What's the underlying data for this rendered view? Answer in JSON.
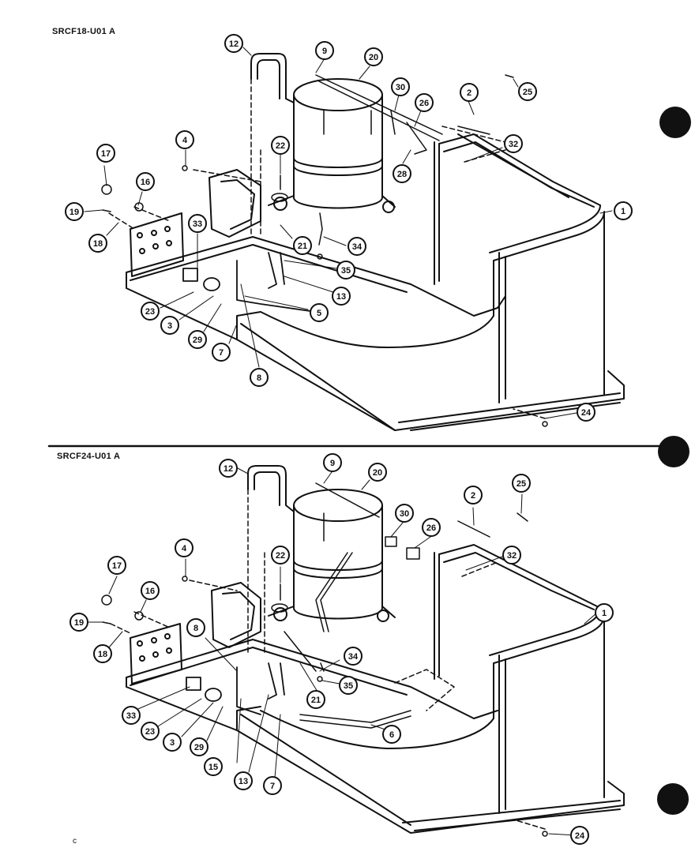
{
  "diagram_top": {
    "model_label": "SRCF18-U01 A"
  },
  "diagram_bottom": {
    "model_label": "SRCF24-U01 A"
  },
  "top_callouts": [
    "12",
    "9",
    "20",
    "30",
    "26",
    "2",
    "25",
    "17",
    "4",
    "22",
    "16",
    "19",
    "18",
    "33",
    "28",
    "32",
    "1",
    "21",
    "34",
    "35",
    "13",
    "23",
    "3",
    "29",
    "7",
    "5",
    "8",
    "24"
  ],
  "bottom_callouts": [
    "12",
    "9",
    "20",
    "25",
    "2",
    "4",
    "22",
    "30",
    "26",
    "32",
    "17",
    "16",
    "1",
    "19",
    "18",
    "8",
    "34",
    "35",
    "33",
    "23",
    "3",
    "29",
    "15",
    "13",
    "7",
    "21",
    "6",
    "24"
  ],
  "corner_mark": "c",
  "colors": {
    "ink": "#111111",
    "paper": "#ffffff"
  }
}
